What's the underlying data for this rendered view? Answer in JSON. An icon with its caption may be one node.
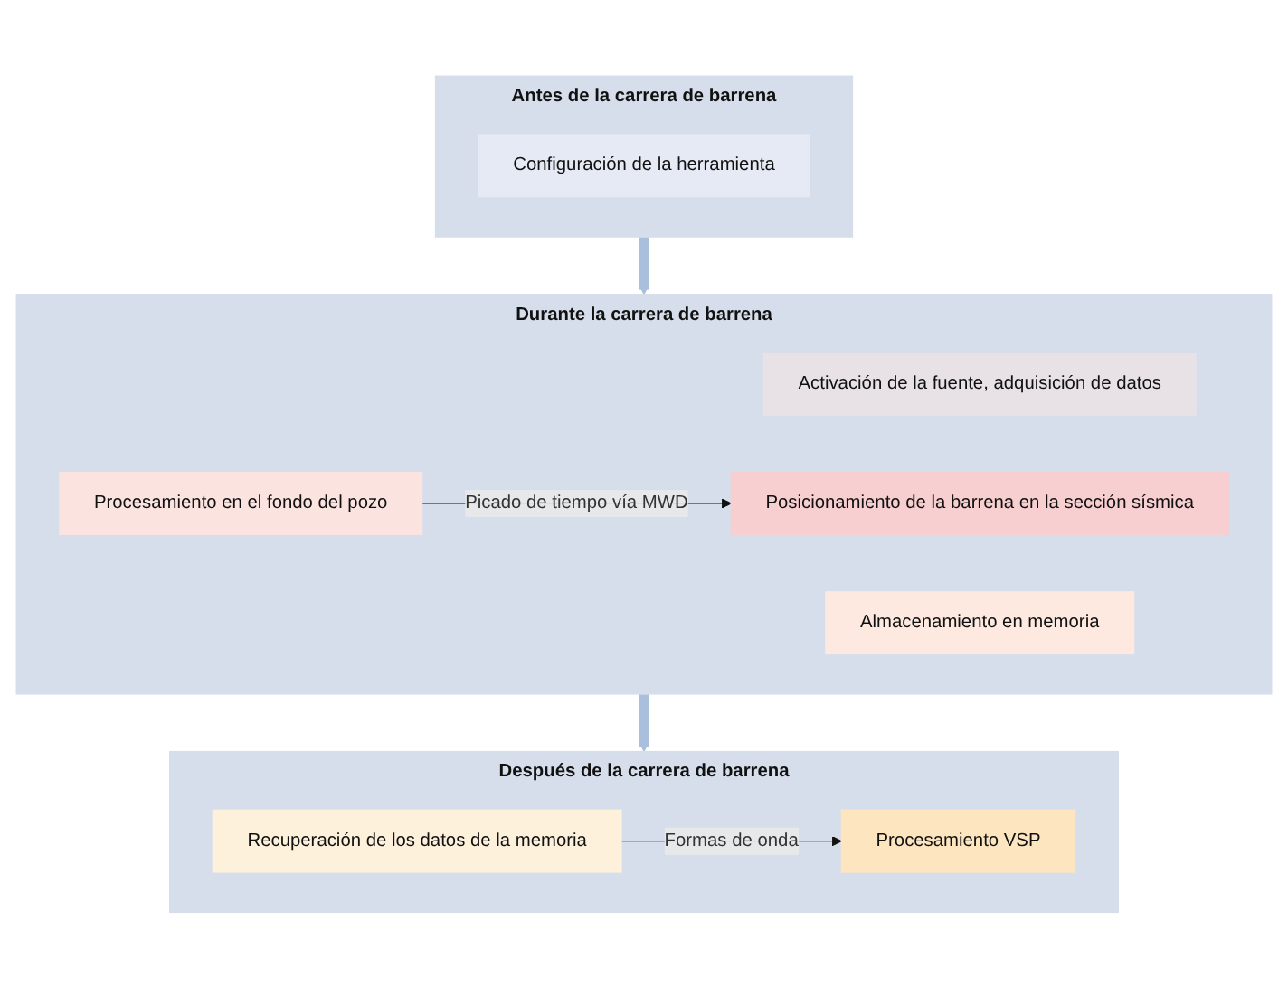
{
  "diagram": {
    "nodes": [
      {
        "text": [
          "Antes de la carrera de barrena"
        ]
      },
      {
        "text": [
          "Configuración de la herramienta"
        ],
        "in": 0
      },
      {
        "text": [
          "Durante la carrera de barrena"
        ]
      },
      {
        "text": [
          "Activación de la fuente, adquisición de datos"
        ],
        "in": 2
      },
      {
        "text": [
          "Procesamiento en el fondo del pozo"
        ],
        "in": 2
      },
      {
        "text": [
          "Almacenamiento en memoria"
        ],
        "in": 2
      },
      {
        "text": [
          "Posicionamiento de la barrena en la sección sísmica"
        ],
        "in": 2
      },
      {
        "text": [
          "Después de la carrera de barrena"
        ]
      },
      {
        "text": [
          "Recuperación de los datos de la memoria"
        ],
        "in": 7
      },
      {
        "text": [
          "Procesamiento VSP"
        ],
        "in": 7
      }
    ],
    "edges": [
      {
        "from": 0,
        "to": 2,
        "arrow": "to",
        "style": "thick",
        "color": "#a9bfdc"
      },
      {
        "from": 2,
        "to": 7,
        "arrow": "to",
        "style": "thick",
        "color": "#a9bfdc"
      },
      {
        "from": 4,
        "to": 6,
        "arrow": "to",
        "label": "Picado de tiempo vía MWD",
        "color": "#111111"
      },
      {
        "from": 8,
        "to": 9,
        "arrow": "to",
        "label": "Formas de onda",
        "color": "#111111"
      }
    ]
  }
}
